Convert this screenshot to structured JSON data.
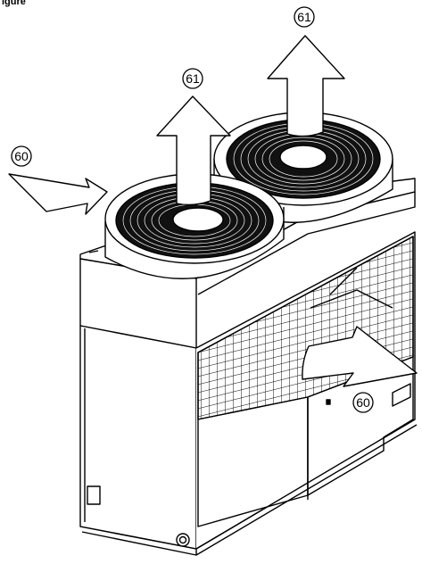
{
  "figure_label": "igure",
  "callouts": {
    "in_left": "60",
    "in_right": "60",
    "out_front": "61",
    "out_back": "61"
  },
  "colors": {
    "ink": "#000000",
    "paper": "#ffffff"
  }
}
